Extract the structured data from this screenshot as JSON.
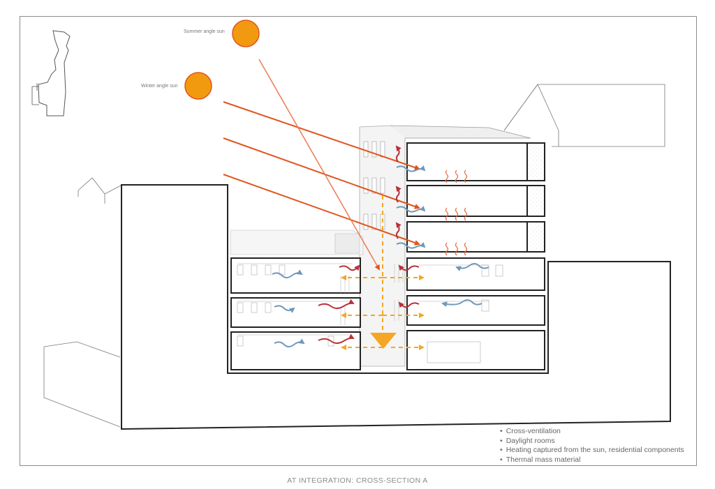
{
  "sun_labels": {
    "summer": "Summer angle sun",
    "winter": "Winter angle sun"
  },
  "legend": {
    "items": [
      "Cross-ventilation",
      "Daylight rooms",
      "Heating captured from the sun, residential components",
      "Thermal mass material"
    ]
  },
  "caption": "AT INTEGRATION: CROSS-SECTION A",
  "colors": {
    "sun_fill": "#f29a0f",
    "sun_stroke": "#e2531c",
    "sun_ray": "#e2531c",
    "daylight": "#f5a623",
    "warm_air": "#b8303a",
    "cool_air": "#6f98bb",
    "heat_wave": "#e8663a"
  },
  "icons": [
    "summer-sun-icon",
    "winter-sun-icon",
    "site-plan-icon",
    "cool-air-arrow-icon",
    "warm-air-arrow-icon",
    "heat-wave-icon",
    "daylight-arrow-icon"
  ]
}
